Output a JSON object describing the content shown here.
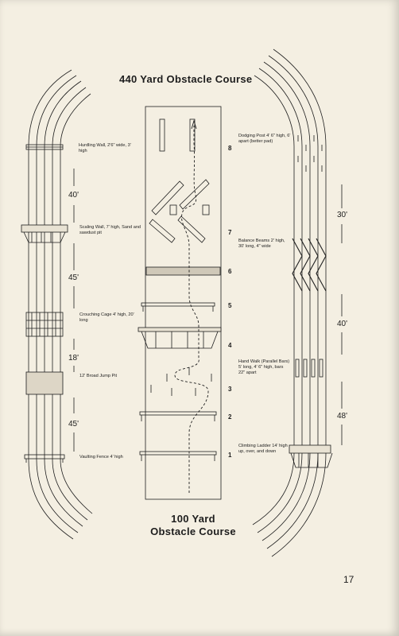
{
  "diagram": {
    "title_440": "440 Yard Obstacle Course",
    "title_100_line1": "100 Yard",
    "title_100_line2": "Obstacle Course",
    "page_number": "17",
    "left_labels": [
      "Hurdling Wall, 2'6\" wide, 3' high",
      "Scaling Wall, 7' high, Sand and sawdust pit",
      "Crouching Cage 4' high, 20' long",
      "12' Broad Jump Pit",
      "Vaulting Fence 4' high"
    ],
    "right_labels": [
      "Dodging Post 4' 6\" high, 6' apart (better pad)",
      "Balance Beams 2' high, 30' long, 4\" wide",
      "Hand Walk (Parallel Bars) 5' long, 4' 6\" high, bars 22\" apart",
      "Climbing Ladder 14' high up, over, and down"
    ],
    "left_distances": [
      "40'",
      "45'",
      "18'",
      "45'"
    ],
    "right_distances": [
      "30'",
      "40'",
      "48'"
    ],
    "station_numbers": [
      "8",
      "7",
      "6",
      "5",
      "4",
      "3",
      "2",
      "1"
    ]
  }
}
